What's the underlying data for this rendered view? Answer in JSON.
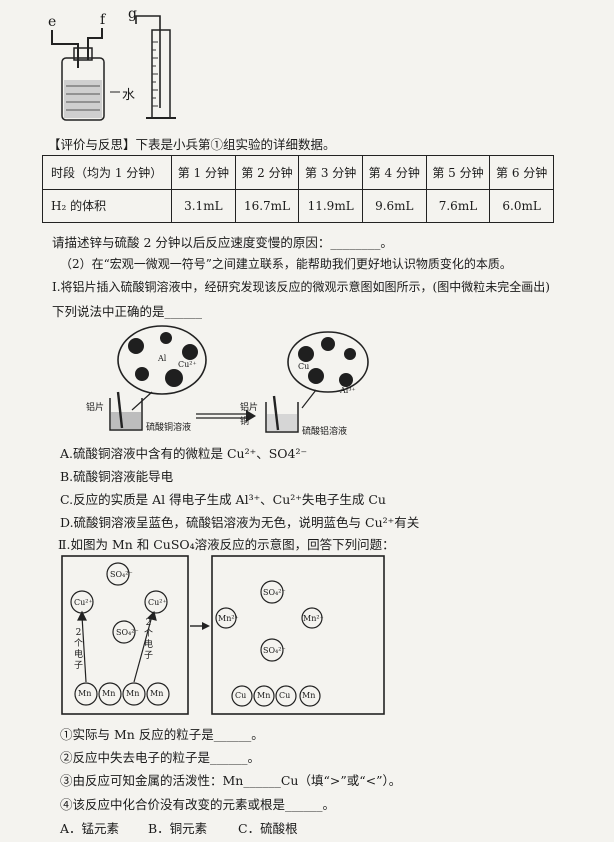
{
  "apparatus": {
    "label_e": "e",
    "label_f": "f",
    "label_g": "g",
    "label_water": "水"
  },
  "evaluation": {
    "heading": "【评价与反思】下表是小兵第①组实验的详细数据。",
    "table": {
      "headers": [
        "时段（均为 1 分钟）",
        "第 1 分钟",
        "第 2 分钟",
        "第 3 分钟",
        "第 4 分钟",
        "第 5 分钟",
        "第 6 分钟"
      ],
      "row_label": "H₂ 的体积",
      "values": [
        "3.1mL",
        "16.7mL",
        "11.9mL",
        "9.6mL",
        "7.6mL",
        "6.0mL"
      ]
    },
    "question": "请描述锌与硫酸 2 分钟以后反应速度变慢的原因：________。"
  },
  "part2": {
    "intro": "（2）在“宏观一微观一符号”之间建立联系，能帮助我们更好地认识物质变化的本质。",
    "q1_line1": "Ⅰ.将铝片插入硫酸铜溶液中，经研究发现该反应的微观示意图如图所示，(图中微粒未完全画出)",
    "q1_line2": "下列说法中正确的是______",
    "diagram1": {
      "left_al": "Al",
      "left_cu": "Cu²⁺",
      "right_cu": "Cu",
      "right_al": "Al³⁺",
      "label_al_sheet": "铝片",
      "label_cu_sol": "硫酸铜溶液",
      "label_al_sheet2": "铝片",
      "label_cu2": "铜",
      "label_al_sol": "硫酸铝溶液"
    },
    "options1": [
      "A.硫酸铜溶液中含有的微粒是 Cu²⁺、SO4²⁻",
      "B.硫酸铜溶液能导电",
      "C.反应的实质是 Al 得电子生成 Al³⁺、Cu²⁺失电子生成 Cu",
      "D.硫酸铜溶液呈蓝色，硫酸铝溶液为无色，说明蓝色与 Cu²⁺有关"
    ],
    "q2_intro": "Ⅱ.如图为 Mn 和 CuSO₄溶液反应的示意图，回答下列问题：",
    "diagram2": {
      "so4": "SO₄²⁻",
      "cu2": "Cu²⁺",
      "mn": "Mn",
      "mn2": "Mn²⁺",
      "cu": "Cu",
      "electron_text": [
        "2",
        "个",
        "电",
        "子"
      ]
    },
    "subq": [
      "①实际与 Mn 反应的粒子是______。",
      "②反应中失去电子的粒子是______。",
      "③由反应可知金属的活泼性：Mn______Cu（填“>”或“<”）。",
      "④该反应中化合价没有改变的元素或根是______。"
    ],
    "choices": [
      "A．锰元素",
      "B．铜元素",
      "C．硫酸根"
    ]
  }
}
